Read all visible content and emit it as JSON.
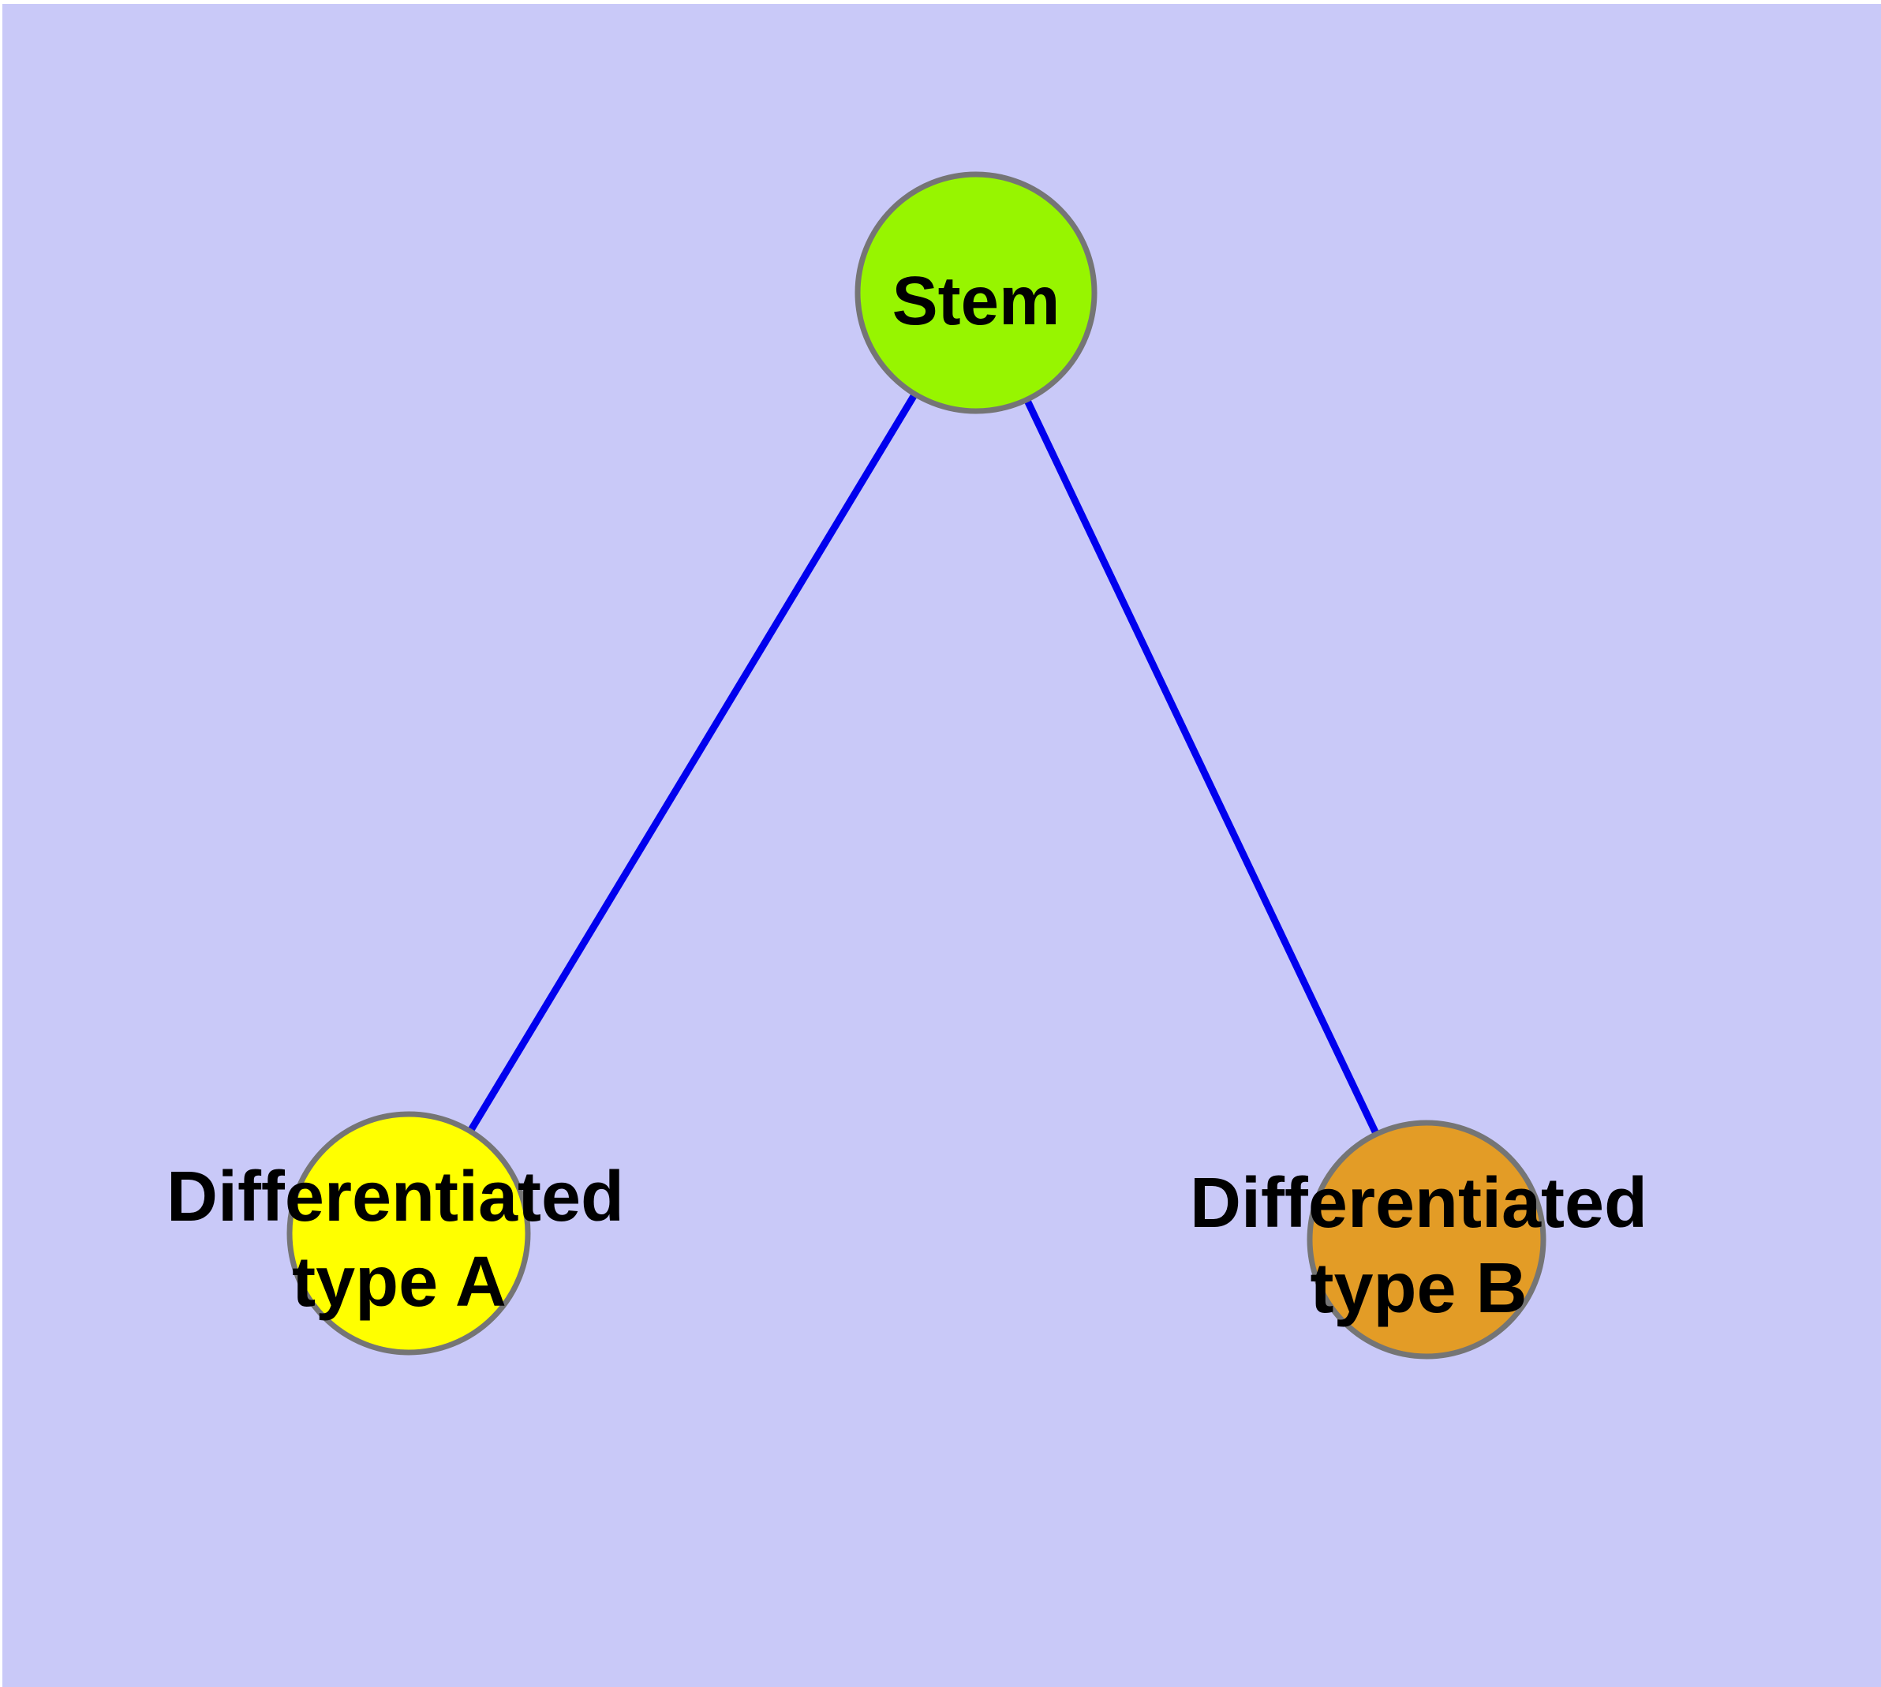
{
  "diagram": {
    "type": "graph",
    "colors": {
      "page": "#FFFFFF",
      "canvas": "#C9C9F8",
      "edge": "#0000EE",
      "node_border": "#757575",
      "text": "#000000"
    },
    "nodes": [
      {
        "id": "stem",
        "label": "Stem",
        "fill": "#97F500"
      },
      {
        "id": "type-a",
        "label_line1": "Differentiated",
        "label_line2": "type A",
        "fill": "#FFFF00"
      },
      {
        "id": "type-b",
        "label_line1": "Differentiated",
        "label_line2": "type B",
        "fill": "#E39C26"
      }
    ],
    "edges": [
      {
        "from": "Stem",
        "to": "Differentiated type A"
      },
      {
        "from": "Stem",
        "to": "Differentiated type B"
      }
    ]
  }
}
